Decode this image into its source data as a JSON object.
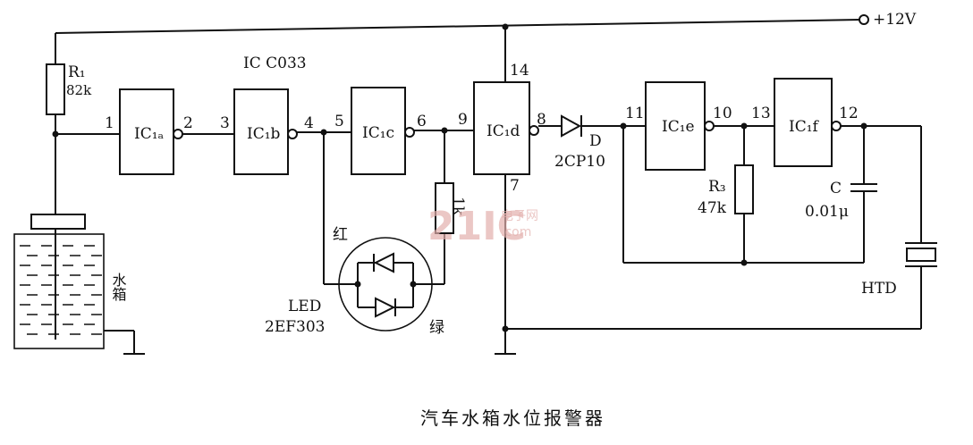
{
  "supply_label": "+12V",
  "ic_part_label": "IC  C033",
  "gates": [
    {
      "id": "ica",
      "label": "IC₁ₐ",
      "pin_in": "1",
      "pin_out": "2"
    },
    {
      "id": "icb",
      "label": "IC₁b",
      "pin_in": "3",
      "pin_out": "4"
    },
    {
      "id": "icc",
      "label": "IC₁c",
      "pin_in": "5",
      "pin_out": "6"
    },
    {
      "id": "icd",
      "label": "IC₁d",
      "pin_in": "9",
      "pin_out": "8",
      "pin_vdd": "14",
      "pin_gnd": "7"
    },
    {
      "id": "ice",
      "label": "IC₁e",
      "pin_in": "11",
      "pin_out": "10"
    },
    {
      "id": "icf",
      "label": "IC₁f",
      "pin_in": "13",
      "pin_out": "12"
    }
  ],
  "r1": {
    "name": "R₁",
    "value": "82k"
  },
  "r2": {
    "value": "1k"
  },
  "r3": {
    "name": "R₃",
    "value": "47k"
  },
  "cap": {
    "name": "C",
    "value": "0.01μ"
  },
  "diode": {
    "name": "D",
    "part": "2CP10"
  },
  "led": {
    "name": "LED",
    "part": "2EF303",
    "red_label": "红",
    "green_label": "绿"
  },
  "tank_label": "水箱",
  "buzzer_label": "HTD",
  "caption": "汽车水箱水位报警器",
  "watermark": {
    "main": "21IC",
    "sub": "电子网",
    "domain": ".com"
  }
}
